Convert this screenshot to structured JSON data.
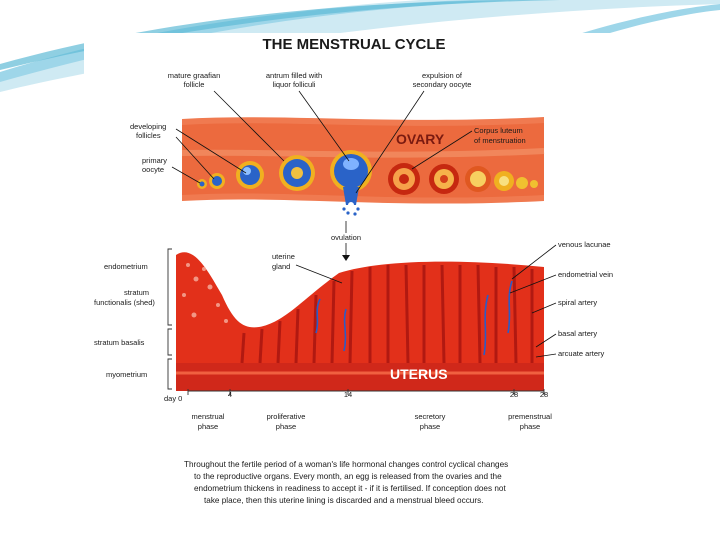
{
  "title": "THE MENSTRUAL CYCLE",
  "ovary": {
    "heading": "OVARY",
    "labels": {
      "mature_follicle": [
        "mature graafian",
        "follicle"
      ],
      "antrum": [
        "antrum filled with",
        "liquor folliculi"
      ],
      "expulsion": [
        "expulsion of",
        "secondary oocyte"
      ],
      "developing": [
        "developing",
        "follicles"
      ],
      "primary": [
        "primary",
        "oocyte"
      ],
      "corpus_luteum": [
        "Corpus luteum",
        "of menstruation"
      ],
      "ovulation": "ovulation"
    }
  },
  "uterus": {
    "heading": "UTERUS",
    "left_labels": {
      "endometrium": "endometrium",
      "functionalis": [
        "stratum",
        "functionalis (shed)"
      ],
      "basalis": "stratum basalis",
      "myometrium": "myometrium"
    },
    "uterine_gland": [
      "uterine",
      "gland"
    ],
    "right_labels": {
      "venous_lacunae": "venous lacunae",
      "endometrial_vein": "endometrial vein",
      "spiral_artery": "spiral artery",
      "basal_artery": "basal artery",
      "arcuate_artery": "arcuate artery"
    }
  },
  "timeline": {
    "day_prefix": "day 0",
    "ticks": [
      "4",
      "14",
      "28",
      "28"
    ],
    "phases": [
      [
        "menstrual",
        "phase"
      ],
      [
        "proliferative",
        "phase"
      ],
      [
        "secretory",
        "phase"
      ],
      [
        "premenstrual",
        "phase"
      ]
    ]
  },
  "caption": [
    "Throughout the fertile period of a woman's life hormonal changes control cyclical changes",
    "to the reproductive organs. Every month, an egg is released from the ovaries and the",
    "endometrium thickens in readiness to accept it - if it is fertilised. If conception does not",
    "take place, then this uterine lining is discarded and a menstrual bleed occurs."
  ],
  "colors": {
    "ovary": "#e8643c",
    "uterus": "#e2301a",
    "uterus_dark": "#a51410",
    "follicle_blue": "#2a63c8",
    "follicle_ring": "#f0b020",
    "slide_accent": "#7cc7e0"
  }
}
